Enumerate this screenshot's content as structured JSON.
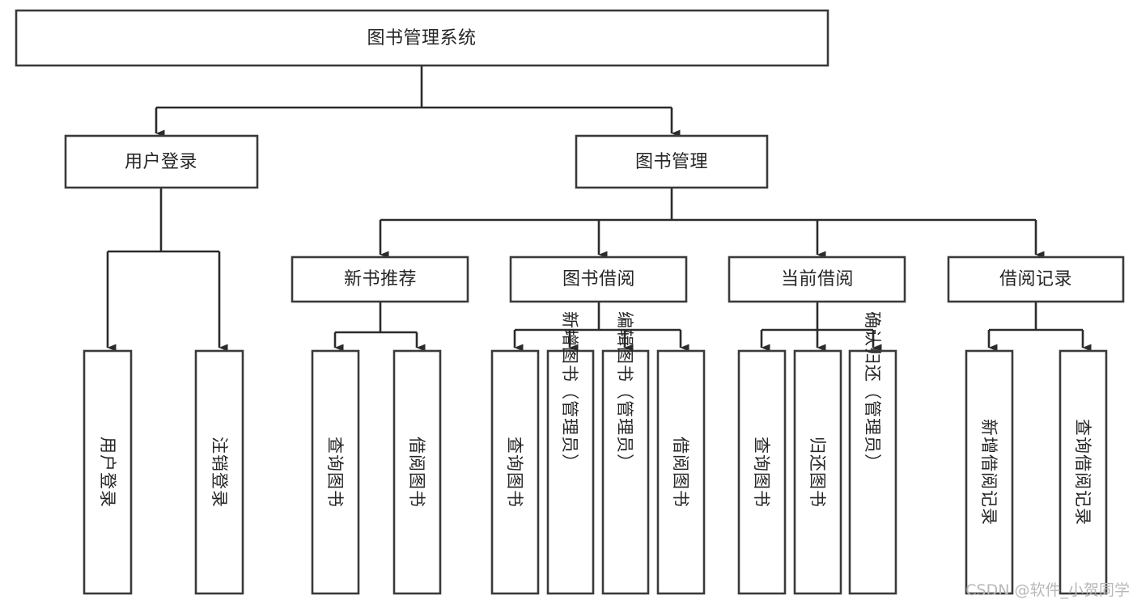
{
  "diagram": {
    "title": "图书管理系统",
    "type": "hierarchy-tree",
    "root": {
      "id": "root",
      "label": "图书管理系统",
      "orientation": "horizontal"
    },
    "level2": [
      {
        "id": "user-login",
        "label": "用户登录",
        "orientation": "horizontal"
      },
      {
        "id": "book-management",
        "label": "图书管理",
        "orientation": "horizontal"
      }
    ],
    "level3": [
      {
        "id": "new-book-recommend",
        "label": "新书推荐",
        "orientation": "horizontal",
        "parent": "book-management"
      },
      {
        "id": "book-borrow",
        "label": "图书借阅",
        "orientation": "horizontal",
        "parent": "book-management"
      },
      {
        "id": "current-borrow",
        "label": "当前借阅",
        "orientation": "horizontal",
        "parent": "book-management"
      },
      {
        "id": "borrow-record",
        "label": "借阅记录",
        "orientation": "horizontal",
        "parent": "book-management"
      }
    ],
    "leaves": [
      {
        "id": "leaf-user-login",
        "label": "用户登录",
        "orientation": "vertical",
        "parent": "user-login"
      },
      {
        "id": "leaf-user-logout",
        "label": "注销登录",
        "orientation": "vertical",
        "parent": "user-login"
      },
      {
        "id": "leaf-query-book-1",
        "label": "查询图书",
        "orientation": "vertical",
        "parent": "new-book-recommend"
      },
      {
        "id": "leaf-borrow-book-1",
        "label": "借阅图书",
        "orientation": "vertical",
        "parent": "new-book-recommend"
      },
      {
        "id": "leaf-query-book-2",
        "label": "查询图书",
        "orientation": "vertical",
        "parent": "book-borrow"
      },
      {
        "id": "leaf-add-book",
        "label": "新增图书（管理员）",
        "orientation": "vertical",
        "parent": "book-borrow"
      },
      {
        "id": "leaf-edit-book",
        "label": "编辑图书（管理员）",
        "orientation": "vertical",
        "parent": "book-borrow"
      },
      {
        "id": "leaf-borrow-book-2",
        "label": "借阅图书",
        "orientation": "vertical",
        "parent": "book-borrow"
      },
      {
        "id": "leaf-query-book-3",
        "label": "查询图书",
        "orientation": "vertical",
        "parent": "current-borrow"
      },
      {
        "id": "leaf-return-book",
        "label": "归还图书",
        "orientation": "vertical",
        "parent": "current-borrow"
      },
      {
        "id": "leaf-confirm-return",
        "label": "确认归还（管理员）",
        "orientation": "vertical",
        "parent": "current-borrow"
      },
      {
        "id": "leaf-add-borrow-record",
        "label": "新增借阅记录",
        "orientation": "vertical",
        "parent": "borrow-record"
      },
      {
        "id": "leaf-query-borrow-record",
        "label": "查询借阅记录",
        "orientation": "vertical",
        "parent": "borrow-record"
      }
    ]
  },
  "watermark": {
    "text": "CSDN @软件_小贺同学"
  },
  "colors": {
    "box_stroke": "#3a3a3a",
    "edge_stroke": "#2b2b2b",
    "text": "#262626",
    "background": "#ffffff",
    "watermark": "#b8b8b8"
  }
}
